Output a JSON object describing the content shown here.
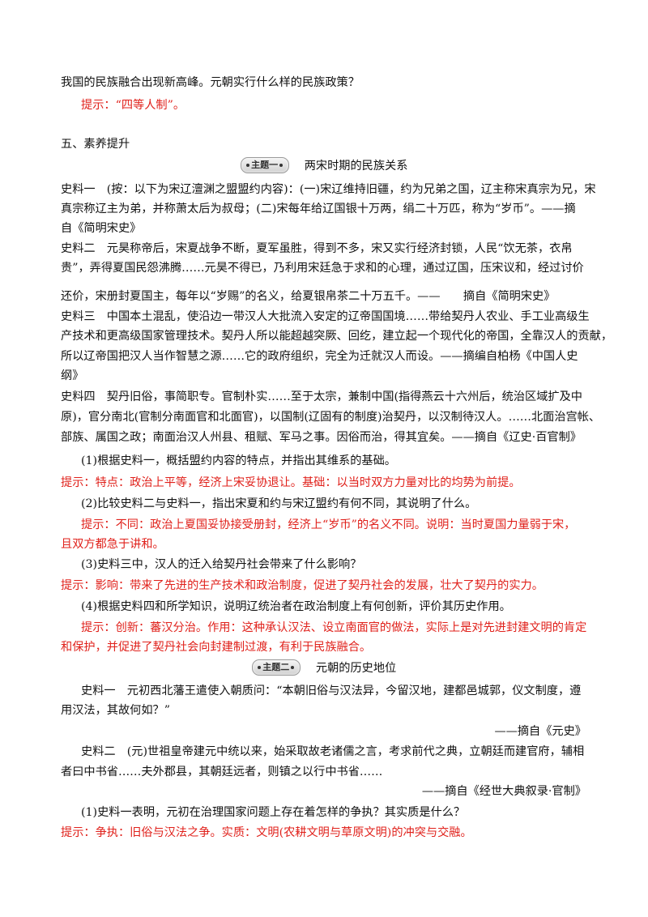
{
  "lines": {
    "l1": "我国的民族融合出现新高峰。元朝实行什么样的民族政策？",
    "l2": "提示：“四等人制”。",
    "l3": "五、素养提升",
    "l4": "史料一　(按：以下为宋辽澶渊之盟盟约内容)：(一)宋辽维持旧疆，约为兄弟之国，辽主称宋真宗为兄，宋",
    "l5": "真宗称辽主为弟，并称萧太后为叔母；(二)宋每年给辽国银十万两，绢二十万匹，称为“岁币”。——摘",
    "l6": "自《简明宋史》",
    "l7": "史料二　元昊称帝后，宋夏战争不断，夏军虽胜，得到不多，宋又实行经济封锁，人民“饮无茶，衣帛",
    "l8": "贵”，弄得夏国民怨沸腾……元昊不得已，乃利用宋廷急于求和的心理，通过辽国，压宋议和，经过讨价",
    "l9": "还价，宋册封夏国主，每年以“岁赐”的名义，给夏银帛茶二十万五千。——　　摘自《简明宋史》",
    "l10": "史料三　中国本土混乱，使沿边一带汉人大批流入安定的辽帝国国境……带给契丹人农业、手工业高级生",
    "l11": "产技术和更高级国家管理技术。契丹人所以能超越突厥、回纥，建立起一个现代化的帝国，全靠汉人的贡献，",
    "l12": "所以辽帝国把汉人当作智慧之源……它的政府组织，完全为迁就汉人而设。——摘编自柏杨《中国人史",
    "l13": "纲》",
    "l14": "史料四　契丹旧俗，事简职专。官制朴实……至于太宗，兼制中国(指得燕云十六州后，统治区域扩及中",
    "l15": "原)，官分南北(官制分南面官和北面官)，以国制(辽固有的制度)治契丹，以汉制待汉人。……北面治宫帐、",
    "l16": "部族、属国之政；南面治汉人州县、租赋、军马之事。因俗而治，得其宜矣。——摘自《辽史·百官制》",
    "l17": "(1)根据史料一，概括盟约内容的特点，并指出其维系的基础。",
    "l18": "提示：特点：政治上平等，经济上宋妥协退让。基础：以当时双方力量对比的均势为前提。",
    "l19": "(2)比较史料二与史料一，指出宋夏和约与宋辽盟约有何不同，其说明了什么。",
    "l20": "提示：不同：政治上夏国妥协接受册封，经济上“岁币”的名义不同。说明：当时夏国力量弱于宋，",
    "l21": "且双方都急于讲和。",
    "l22": "(3)史料三中，汉人的迁入给契丹社会带来了什么影响？",
    "l23": "提示：影响：带来了先进的生产技术和政治制度，促进了契丹社会的发展，壮大了契丹的实力。",
    "l24": "(4)根据史料四和所学知识，说明辽统治者在政治制度上有何创新，评价其历史作用。",
    "l25": "提示：创新：蕃汉分治。作用：这种承认汉法、设立南面官的做法，实际上是对先进封建文明的肯定",
    "l26": "和保护，并促进了契丹社会向封建制过渡，有利于民族融合。",
    "l27": "史料一　元初西北藩王遣使入朝质问：“本朝旧俗与汉法异，今留汉地，建都邑城郭，仪文制度，遵",
    "l28": "用汉法，其故何如？”",
    "l29": "——摘自《元史》",
    "l30": "史料二　(元)世祖皇帝建元中统以来，始采取故老诸儒之言，考求前代之典，立朝廷而建官府，辅相",
    "l31": "者曰中书省……夫外郡县，其朝廷远者，则镇之以行中书省……",
    "l32": "——摘自《经世大典叙录·官制》",
    "l33": "(1)史料一表明，元初在治理国家问题上存在着怎样的争执？其实质是什么？",
    "l34": "提示：争执：旧俗与汉法之争。实质：文明(农耕文明与草原文明)的冲突与交融。"
  },
  "topics": [
    {
      "badge": "主题一",
      "title": "两宋时期的民族关系"
    },
    {
      "badge": "主题二",
      "title": "元朝的历史地位"
    }
  ],
  "colors": {
    "text": "#111111",
    "hint": "#e0211b"
  }
}
